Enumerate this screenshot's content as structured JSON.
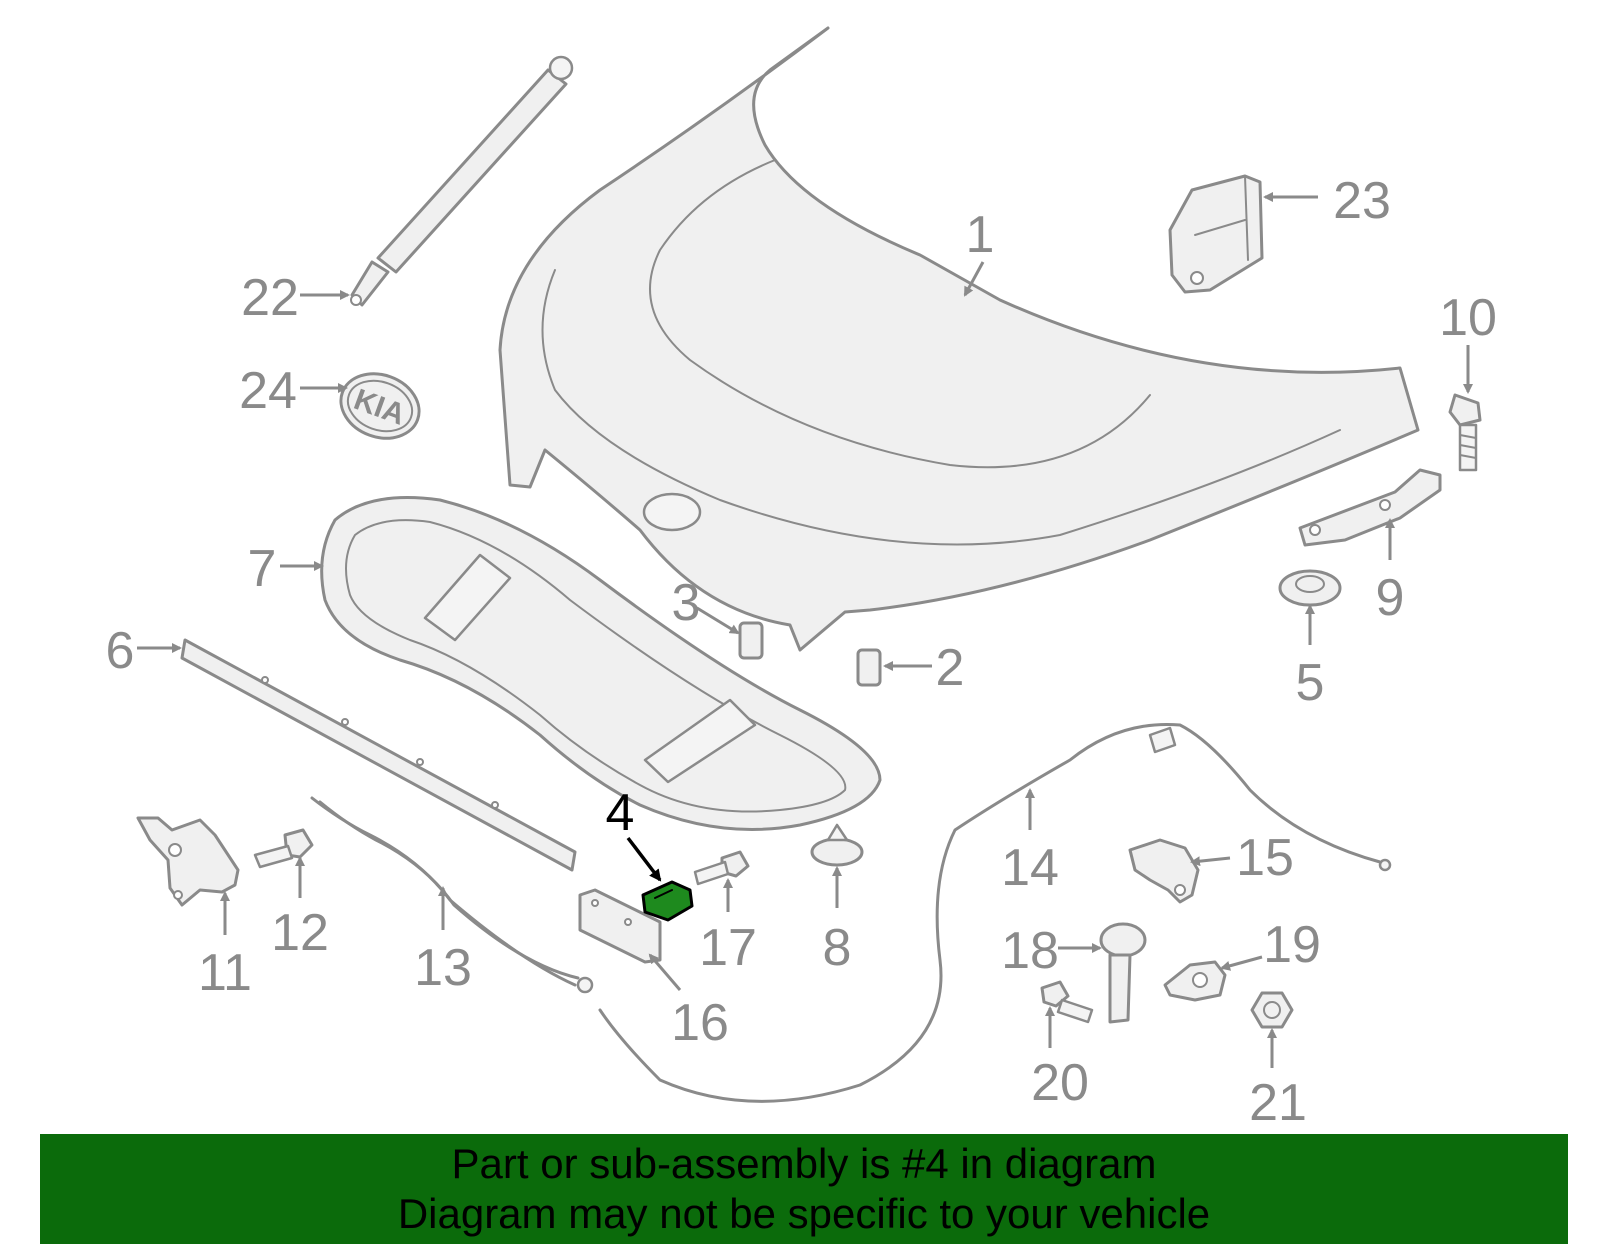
{
  "diagram": {
    "callouts": [
      {
        "id": "1",
        "label": "1"
      },
      {
        "id": "2",
        "label": "2"
      },
      {
        "id": "3",
        "label": "3"
      },
      {
        "id": "4",
        "label": "4",
        "highlighted": true
      },
      {
        "id": "5",
        "label": "5"
      },
      {
        "id": "6",
        "label": "6"
      },
      {
        "id": "7",
        "label": "7"
      },
      {
        "id": "8",
        "label": "8"
      },
      {
        "id": "9",
        "label": "9"
      },
      {
        "id": "10",
        "label": "10"
      },
      {
        "id": "11",
        "label": "11"
      },
      {
        "id": "12",
        "label": "12"
      },
      {
        "id": "13",
        "label": "13"
      },
      {
        "id": "14",
        "label": "14"
      },
      {
        "id": "15",
        "label": "15"
      },
      {
        "id": "16",
        "label": "16"
      },
      {
        "id": "17",
        "label": "17"
      },
      {
        "id": "18",
        "label": "18"
      },
      {
        "id": "19",
        "label": "19"
      },
      {
        "id": "20",
        "label": "20"
      },
      {
        "id": "21",
        "label": "21"
      },
      {
        "id": "22",
        "label": "22"
      },
      {
        "id": "23",
        "label": "23"
      },
      {
        "id": "24",
        "label": "24"
      }
    ],
    "emblem_text": "KIA"
  },
  "banner": {
    "line1": "Part or sub-assembly is #4 in diagram",
    "line2": "Diagram may not be specific to your vehicle",
    "background": "#0b6b0b",
    "text_color": "#000000"
  },
  "colors": {
    "line_art": "#8a8a8a",
    "highlight_fill": "#1e8a1e"
  }
}
